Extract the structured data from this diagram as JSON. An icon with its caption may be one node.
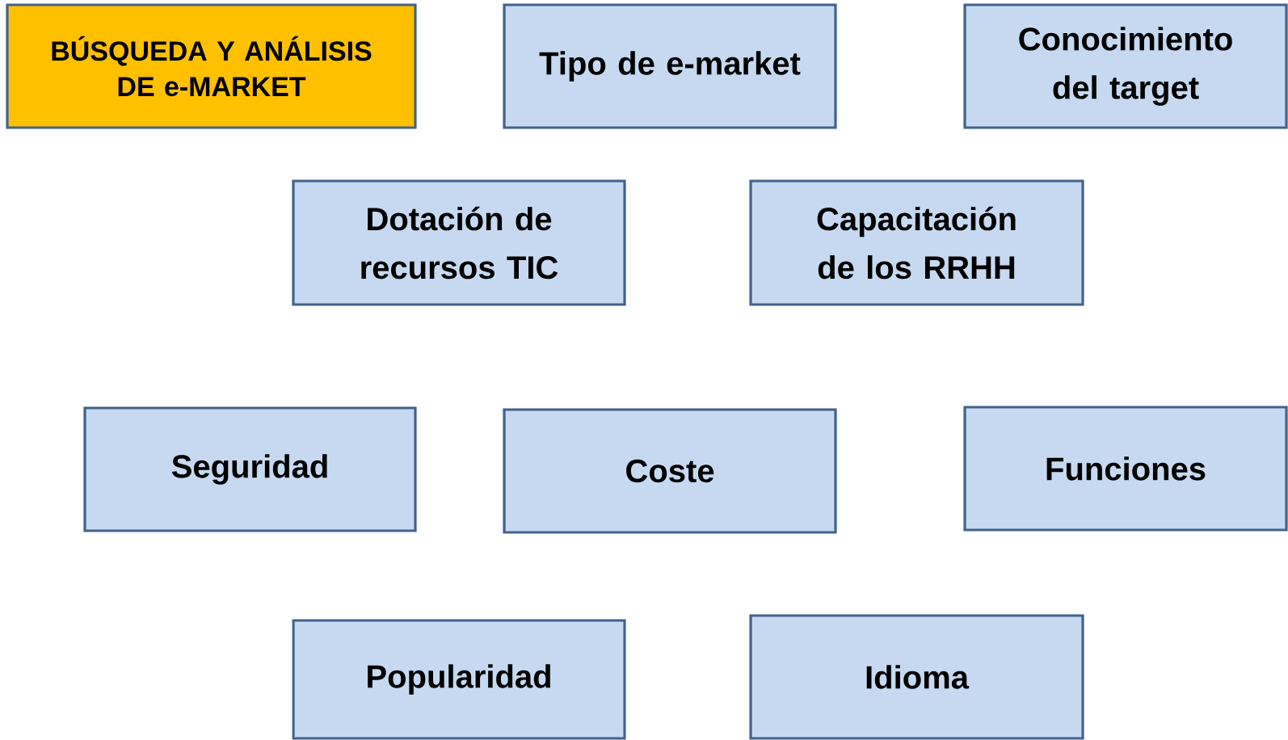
{
  "diagram": {
    "title": "BÚSQUEDA Y ANÁLISIS DE e-MARKET",
    "nodes": [
      {
        "text": [
          "Tipo de e-market"
        ]
      },
      {
        "text": [
          "Conocimiento del target"
        ]
      },
      {
        "text": [
          "Dotación de recursos TIC"
        ]
      },
      {
        "text": [
          "Capacitación de los RRHH"
        ]
      },
      {
        "text": [
          "Seguridad"
        ]
      },
      {
        "text": [
          "Coste"
        ]
      },
      {
        "text": [
          "Funciones"
        ]
      },
      {
        "text": [
          "Popularidad"
        ]
      },
      {
        "text": [
          "Idioma"
        ]
      }
    ]
  }
}
